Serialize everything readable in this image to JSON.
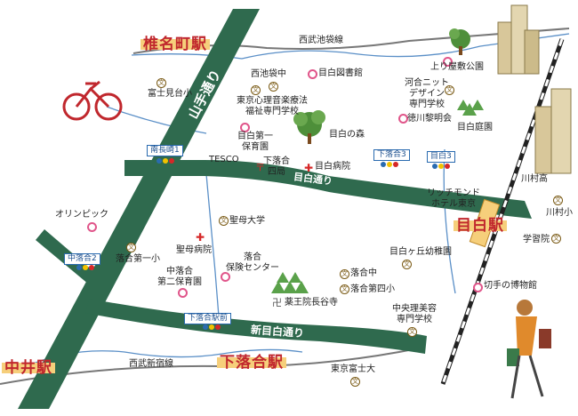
{
  "labels": {
    "shiinamachi_station": "椎名町駅",
    "mejiro_station": "目白駅",
    "nakai_station": "中井駅",
    "shimo_ochiai_station": "下落合駅",
    "seibu_ikebukuro_line": "西武池袋線",
    "seibu_shinjuku_line": "西武新宿線",
    "yamate_dori": "山手通り",
    "mejiro_dori": "目白通り",
    "shin_mejiro_dori": "新目白通り",
    "agari_yashiki_park": "上り屋敷公園",
    "nishiike_fukuro_jh": "西池袋中",
    "mejiro_library": "目白図書館",
    "fujimidai_es": "富士見台小",
    "tokyo_music_therapy": "東京心理音楽療法\n福祉専門学校",
    "kawai_design": "河合ニット\nデザイン\n専門学校",
    "tokugawa_reimeikai": "徳川黎明会",
    "mejiro_teien": "目白庭園",
    "mejiro_daiichi_nursery": "目白第一\n保育園",
    "mejiro_no_mori": "目白の森",
    "tesco": "TESCO",
    "shimo_ochiai_yon_post": "下落合\n四局",
    "mejiro_hospital": "目白病院",
    "richmond_hotel": "リッチモンド\nホテル東京",
    "kawamura_hs": "川村高",
    "kawamura_es": "川村小",
    "gakushuin_es": "学習院",
    "olympic": "オリンピック",
    "seibo_univ": "聖母大学",
    "seibo_hospital": "聖母病院",
    "mejirogaoka_kindergarten": "目白ヶ丘幼稚園",
    "ochiai_daiichi_es": "落合第一小",
    "ochiai_health_center": "落合\n保険センター",
    "ochiai_jh": "落合中",
    "nakaochiai_nursery": "中落合\n第二保育園",
    "ochiai_daiyon_es": "落合第四小",
    "yakuoin": "薬王院長谷寺",
    "chuo_beauty": "中央理美容\n専門学校",
    "stamp_museum": "切手の博物館",
    "tokyo_fuji_univ": "東京富士大"
  },
  "signs": {
    "minami_nagasaki": "南長崎1",
    "nakaochiai_2": "中落合2",
    "shimo_ochiai_3": "下落合3",
    "mejiro_3": "目白3",
    "shimo_ochiai_ekimae": "下落合駅前"
  },
  "colors": {
    "road": "#2f6a4e",
    "rail": "#222222",
    "street": "#5a8fc7",
    "station_box": "#f6cf7b",
    "station_text": "#c0272d"
  }
}
